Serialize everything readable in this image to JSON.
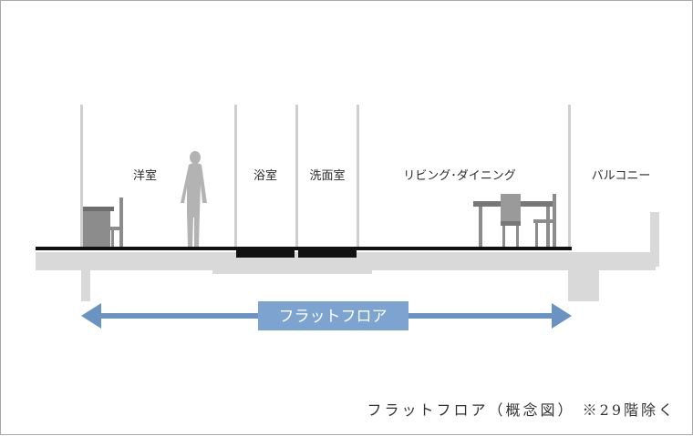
{
  "rooms": [
    "洋室",
    "浴室",
    "洗面室",
    "リビング･ダイニング",
    "バルコニー"
  ],
  "flat_floor_label": "フラットフロア",
  "caption": "フラットフロア（概念図）  ※29階除く",
  "colors": {
    "arrow": "#6a93c4",
    "label_box": "#7da3d1",
    "slab": "#d9d9d9",
    "floor_line": "#111111",
    "wall": "#cfcfcf",
    "furniture": "#8c8c8c",
    "person": "#b3b3b3"
  },
  "icons": {
    "arrow_left": "arrow-left-icon",
    "arrow_right": "arrow-right-icon",
    "person": "person-icon",
    "desk": "desk-icon",
    "chair": "chair-icon",
    "dining_table": "dining-table-icon"
  }
}
